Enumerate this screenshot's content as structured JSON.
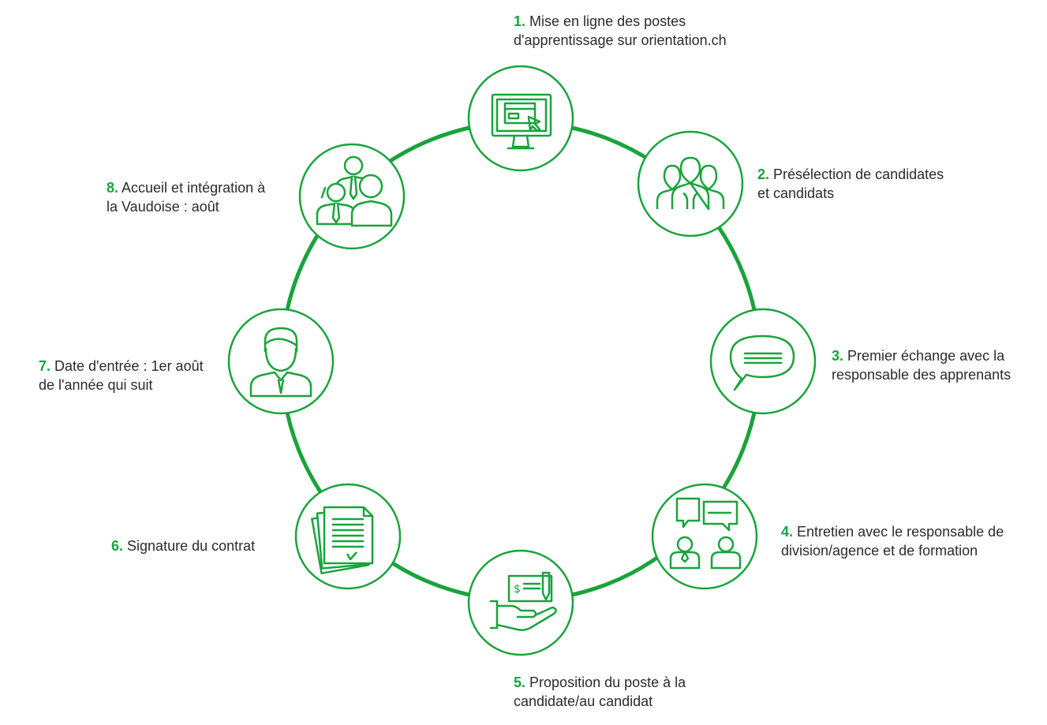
{
  "colors": {
    "accent": "#1aa33c",
    "text": "#2b2b2b"
  },
  "steps": [
    {
      "number": "1.",
      "line1": "Mise en ligne des postes",
      "line2": "d'apprentissage sur orientation.ch",
      "icon": "computer-screen-icon"
    },
    {
      "number": "2.",
      "line1": "Présélection de candidates",
      "line2": "et candidats",
      "icon": "group-of-people-icon"
    },
    {
      "number": "3.",
      "line1": "Premier échange avec la",
      "line2": "responsable des apprenants",
      "icon": "speech-bubble-icon"
    },
    {
      "number": "4.",
      "line1": "Entretien avec le responsable de",
      "line2": "division/agence et de formation",
      "icon": "interview-conversation-icon"
    },
    {
      "number": "5.",
      "line1": "Proposition du poste à la",
      "line2": "candidate/au candidat",
      "icon": "hand-with-check-icon"
    },
    {
      "number": "6.",
      "line1": "Signature du contrat",
      "line2": "",
      "icon": "contract-documents-icon"
    },
    {
      "number": "7.",
      "line1": "Date d'entrée : 1er août",
      "line2": "de l'année qui suit",
      "icon": "employee-person-icon"
    },
    {
      "number": "8.",
      "line1": "Accueil et intégration à",
      "line2": "la Vaudoise : août",
      "icon": "team-welcome-icon"
    }
  ]
}
